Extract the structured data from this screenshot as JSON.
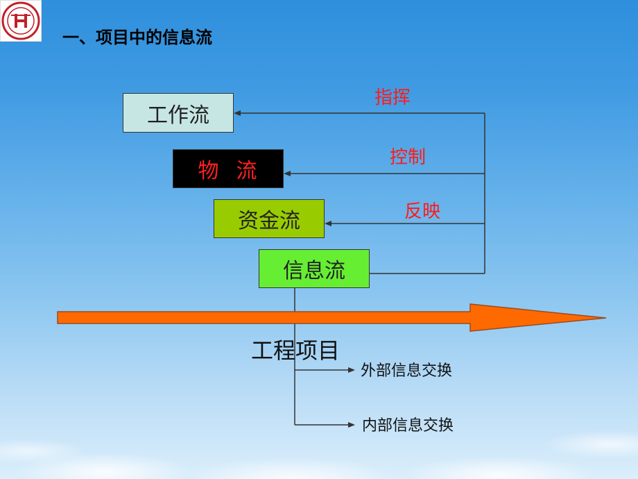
{
  "title": "一、项目中的信息流",
  "boxes": {
    "work_flow": "工作流",
    "material_flow": "物  流",
    "capital_flow": "资金流",
    "info_flow": "信息流"
  },
  "relations": {
    "command": "指挥",
    "control": "控制",
    "reflect": "反映"
  },
  "project_label": "工程项目",
  "exchanges": {
    "external": "外部信息交换",
    "internal": "内部信息交换"
  },
  "colors": {
    "relation_text": "#ff1a1a",
    "work_box": "#c6e6e4",
    "material_box": "#000000",
    "material_text": "#ff2020",
    "capital_box": "#99cc00",
    "info_box": "#66ee33",
    "project_arrow": "#ff6a00"
  }
}
